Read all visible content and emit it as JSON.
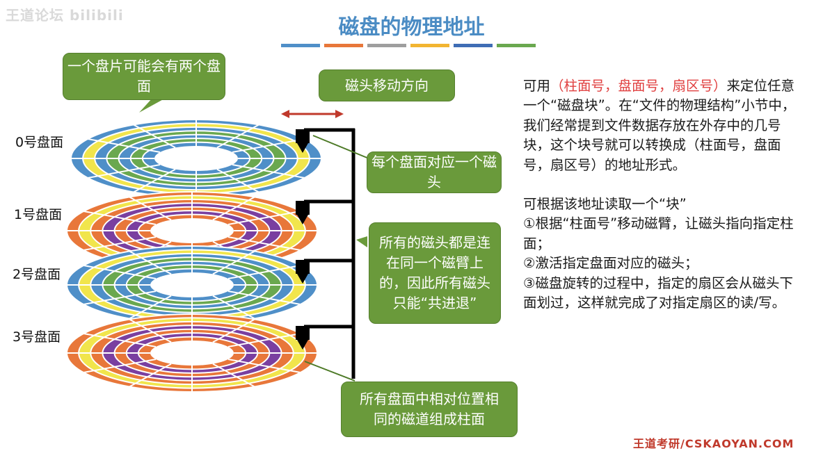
{
  "watermark": "王道论坛 bilibili",
  "slide": {
    "title": "磁盘的物理地址",
    "title_bar_colors": [
      "#4f8fc8",
      "#e8773a",
      "#9e9e9e",
      "#f2b531",
      "#3f6db5",
      "#6aa84f"
    ]
  },
  "callouts": {
    "platter_two_surfaces": "一个盘片可能会有两个盘面",
    "head_move_direction": "磁头移动方向",
    "head_per_surface": "每个盘面对应一个磁头",
    "shared_arm": "所有的磁头都是连在同一个磁臂上的，因此所有磁头只能“共进退”",
    "cylinder": "所有盘面中相对位置相同的磁道组成柱面"
  },
  "surfaces": [
    {
      "label": "0号盘面"
    },
    {
      "label": "1号盘面"
    },
    {
      "label": "2号盘面"
    },
    {
      "label": "3号盘面"
    }
  ],
  "explanation": {
    "p1_before": "可用",
    "p1_red": "（柱面号，盘面号，扇区号）",
    "p1_after": "来定位任意一个“磁盘块”。在“文件的物理结构”小节中，我们经常提到文件数据存放在外存中的几号块，这个块号就可以转换成（柱面号，盘面号，扇区号）的地址形式。",
    "p2": "可根据该地址读取一个“块”",
    "step1": "①根据“柱面号”移动磁臂，让磁头指向指定柱面；",
    "step2": "②激活指定盘面对应的磁头；",
    "step3": "③磁盘旋转的过程中，指定的扇区会从磁头下面划过，这样就完成了对指定扇区的读/写。"
  },
  "footer": "王道考研/CSKAOYAN.COM"
}
